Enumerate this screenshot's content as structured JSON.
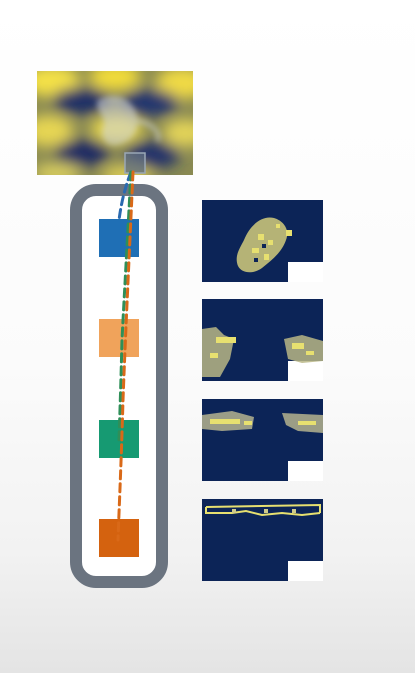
{
  "colors": {
    "frame": "#6b7480",
    "map_background": "#0c2457",
    "highlight": "#e7e070",
    "page_background": "#ffffff"
  },
  "diagram": {
    "input_image": {
      "icon": "input-heatmap-image",
      "patch_marker": "selected-patch-square"
    },
    "tokens": [
      {
        "id": "token-1",
        "color": "#1f6fb5"
      },
      {
        "id": "token-2",
        "color": "#f0a35b"
      },
      {
        "id": "token-3",
        "color": "#169a72"
      },
      {
        "id": "token-4",
        "color": "#d4620f"
      }
    ],
    "connectors": [
      {
        "id": "blue-dashed-path",
        "color": "#2a6ab0"
      },
      {
        "id": "green-dashed-path",
        "color": "#2f8f58"
      },
      {
        "id": "orange-dashed-path",
        "color": "#d96918"
      }
    ],
    "feature_maps": [
      {
        "id": "feature-map-1",
        "pattern": "blob"
      },
      {
        "id": "feature-map-2",
        "pattern": "corners"
      },
      {
        "id": "feature-map-3",
        "pattern": "band"
      },
      {
        "id": "feature-map-4",
        "pattern": "outline"
      }
    ]
  }
}
